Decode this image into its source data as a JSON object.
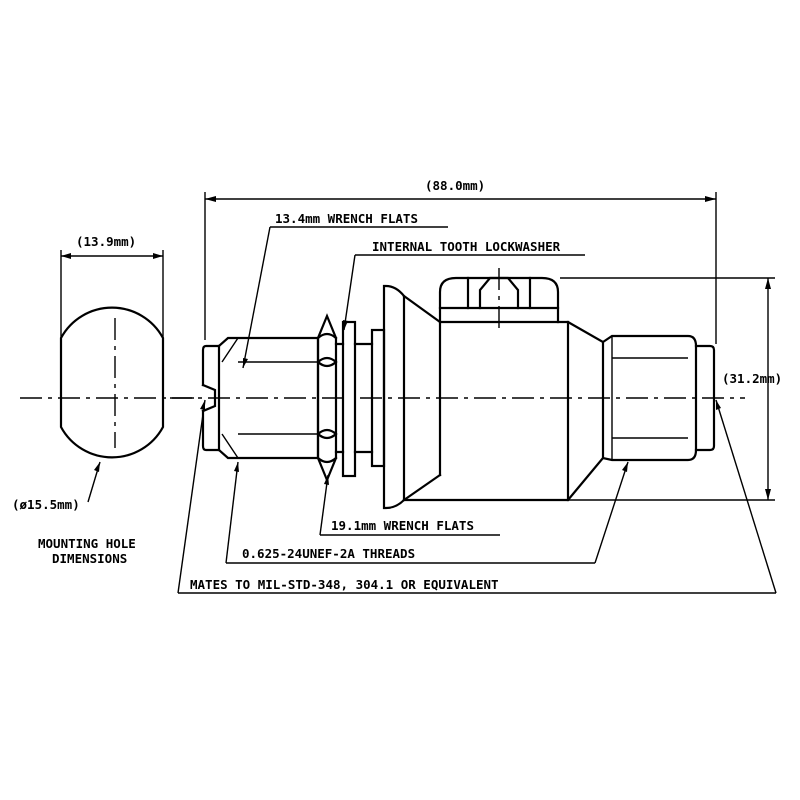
{
  "labels": {
    "mounting_width": "(13.9mm)",
    "mounting_diameter": "(ø15.5mm)",
    "mounting_caption_line1": "MOUNTING HOLE",
    "mounting_caption_line2": "DIMENSIONS",
    "overall_length": "(88.0mm)",
    "overall_height": "(31.2mm)",
    "wrench_flats_small": "13.4mm WRENCH FLATS",
    "lockwasher": "INTERNAL TOOTH LOCKWASHER",
    "wrench_flats_large": "19.1mm WRENCH FLATS",
    "threads": "0.625-24UNEF-2A THREADS",
    "mates_to": "MATES TO MIL-STD-348, 304.1 OR EQUIVALENT"
  }
}
